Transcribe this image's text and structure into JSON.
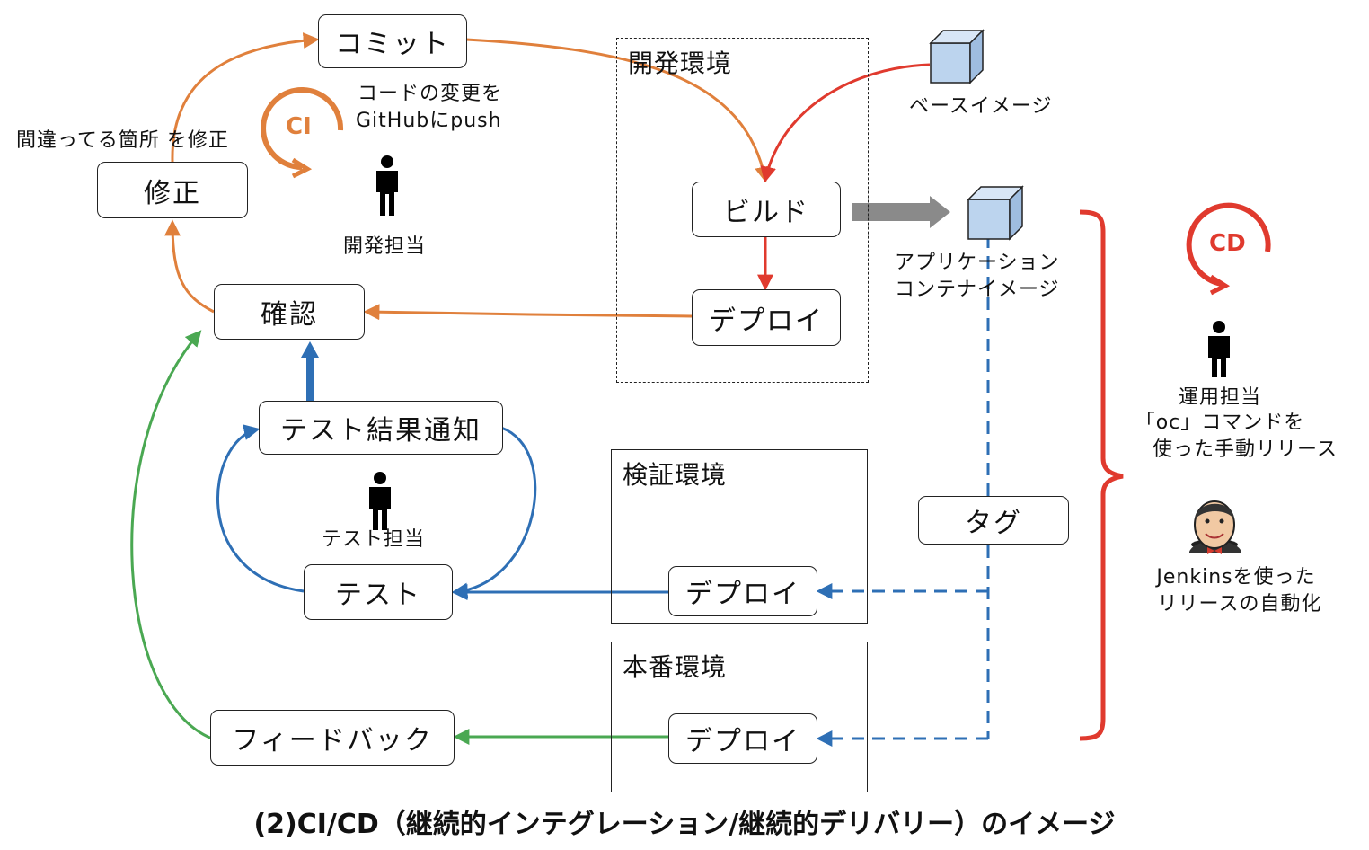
{
  "nodes": {
    "commit": "コミット",
    "fix": "修正",
    "confirm": "確認",
    "test_notify": "テスト結果通知",
    "test": "テスト",
    "feedback": "フィードバック",
    "build": "ビルド",
    "dev_deploy": "デプロイ",
    "verify_deploy": "デプロイ",
    "prod_deploy": "デプロイ",
    "tag": "タグ"
  },
  "environments": {
    "dev": "開発環境",
    "verify": "検証環境",
    "prod": "本番環境"
  },
  "notes": {
    "fix_note": "間違ってる箇所 を修正",
    "commit_note_line1": "コードの変更を",
    "commit_note_line2": "GitHubにpush",
    "dev_person": "開発担当",
    "test_person": "テスト担当",
    "base_image": "ベースイメージ",
    "app_image_line1": "アプリケーション",
    "app_image_line2": "コンテナイメージ",
    "ops_line1": "運用担当",
    "ops_line2": "「oc」コマンドを",
    "ops_line3": "使った手動リリース",
    "jenkins_line1": "Jenkinsを使った",
    "jenkins_line2": "リリースの自動化"
  },
  "badges": {
    "ci": "CI",
    "cd": "CD"
  },
  "caption": "(2)CI/CD（継続的インテグレーション/継続的デリバリー）のイメージ",
  "colors": {
    "orange": "#e0803c",
    "red": "#e03a2e",
    "blue": "#2e6fb5",
    "green": "#4aa852",
    "gray": "#8a8a8a",
    "cube": "#bcd4ee"
  }
}
